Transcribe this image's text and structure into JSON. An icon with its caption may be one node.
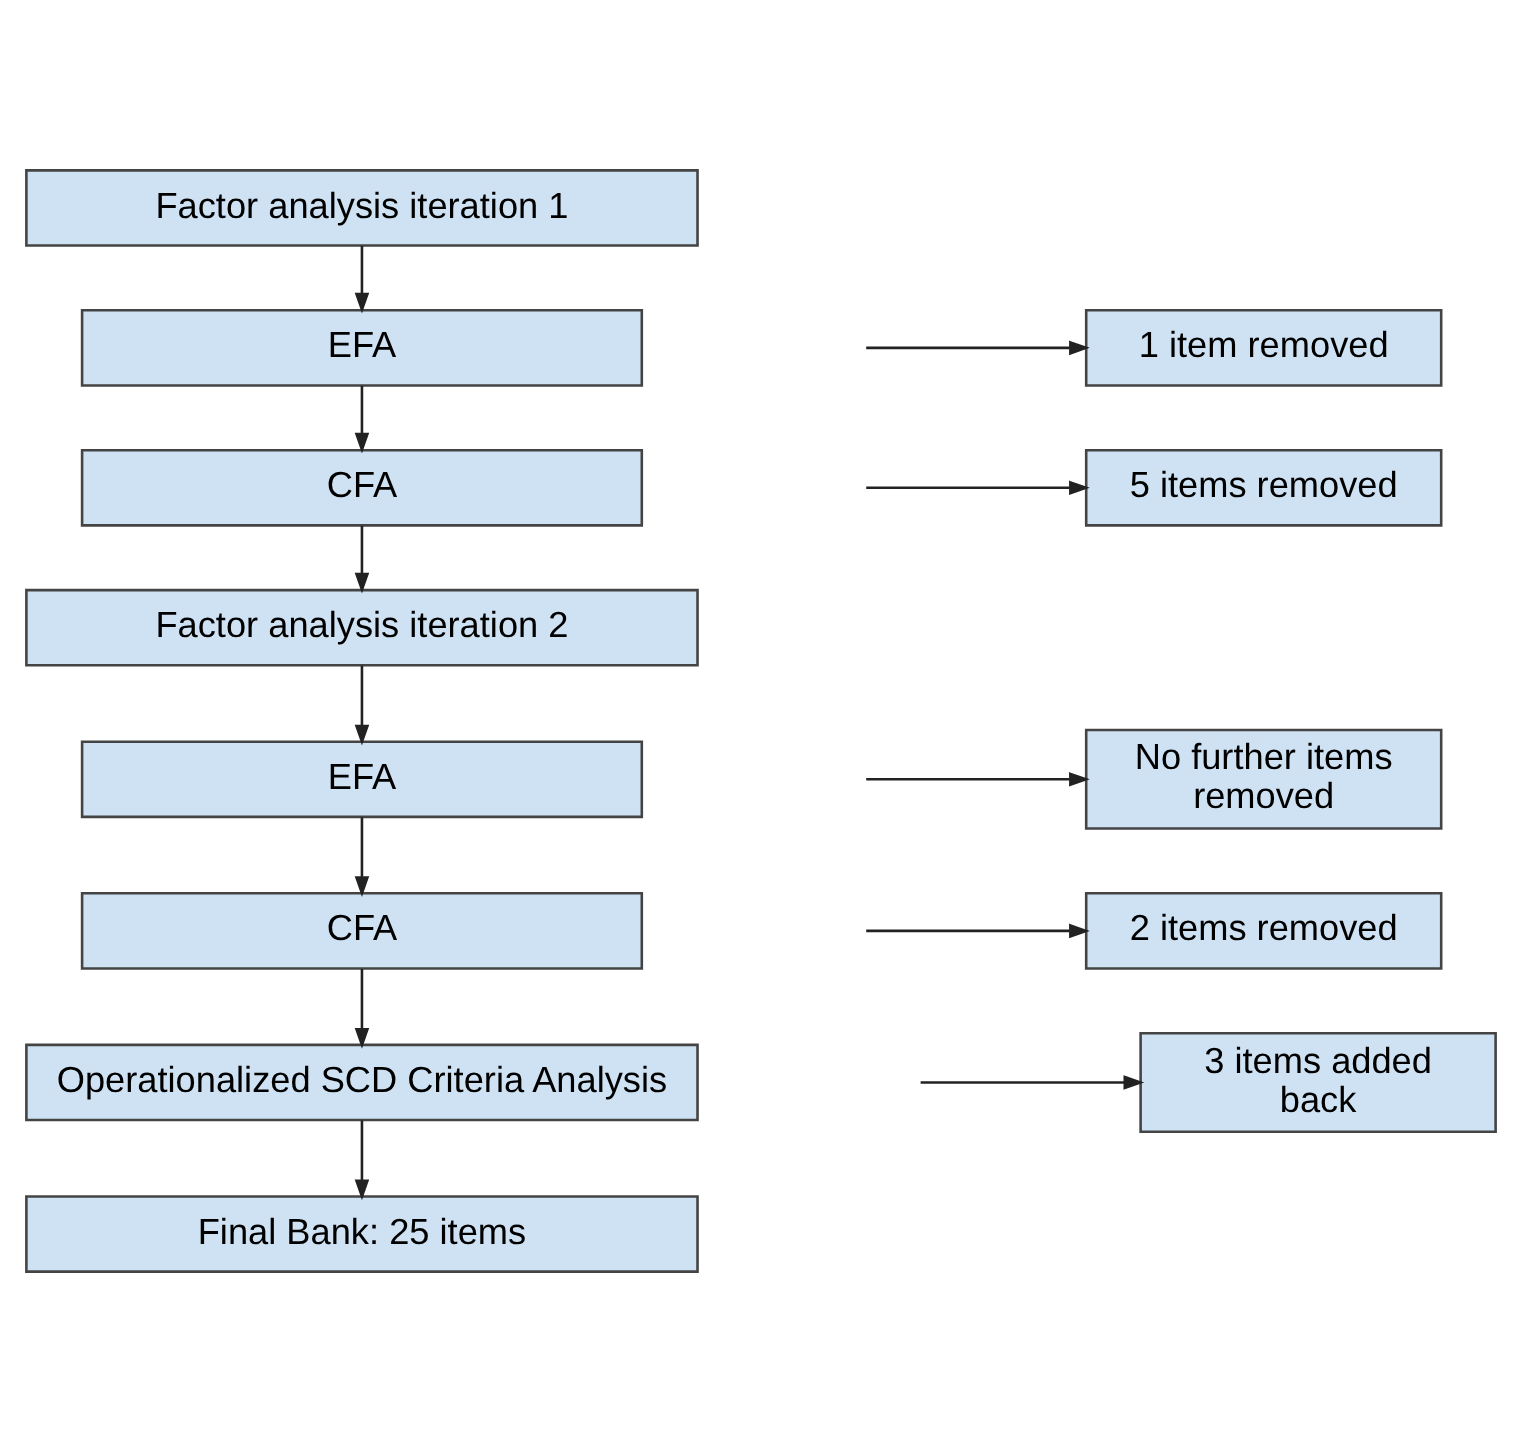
{
  "diagram": {
    "nodes": [
      {
        "text": [
          "Factor analysis iteration 1"
        ]
      },
      {
        "text": [
          "EFA"
        ]
      },
      {
        "text": [
          "1 item removed"
        ]
      },
      {
        "text": [
          "CFA"
        ]
      },
      {
        "text": [
          "5 items removed"
        ]
      },
      {
        "text": [
          "Factor analysis iteration 2"
        ]
      },
      {
        "text": [
          "EFA"
        ]
      },
      {
        "text": [
          "No further items removed"
        ]
      },
      {
        "text": [
          "CFA"
        ]
      },
      {
        "text": [
          "2 items removed"
        ]
      },
      {
        "text": [
          "Operationalized SCD Criteria Analysis"
        ]
      },
      {
        "text": [
          "3 items added back"
        ]
      },
      {
        "text": [
          "Final Bank: 25 items"
        ]
      }
    ],
    "edges": [
      {
        "from": 0,
        "to": 1,
        "arrow": "to"
      },
      {
        "from": null,
        "to": 2,
        "arrow": "to"
      },
      {
        "from": 1,
        "to": 3,
        "arrow": "to"
      },
      {
        "from": null,
        "to": 4,
        "arrow": "to"
      },
      {
        "from": 3,
        "to": 5,
        "arrow": "to"
      },
      {
        "from": 5,
        "to": 6,
        "arrow": "to"
      },
      {
        "from": null,
        "to": 7,
        "arrow": "to"
      },
      {
        "from": 6,
        "to": 8,
        "arrow": "to"
      },
      {
        "from": null,
        "to": 9,
        "arrow": "to"
      },
      {
        "from": 8,
        "to": 10,
        "arrow": "to"
      },
      {
        "from": null,
        "to": 11,
        "arrow": "to"
      },
      {
        "from": 10,
        "to": 12,
        "arrow": "to"
      }
    ]
  }
}
